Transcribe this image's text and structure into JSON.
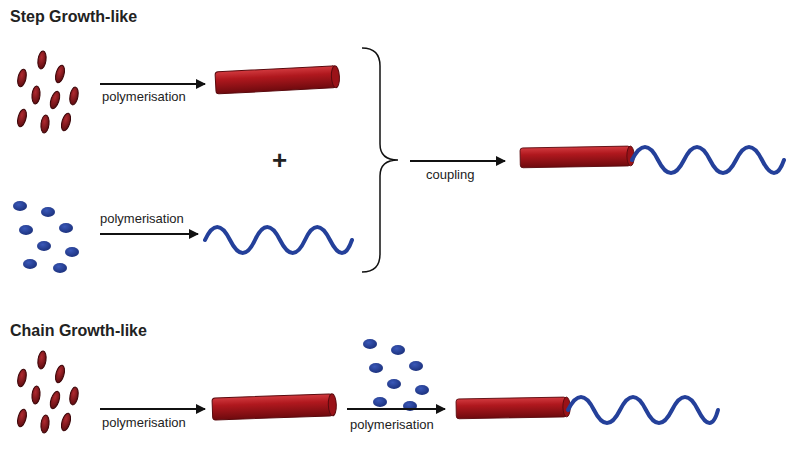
{
  "diagram": {
    "labels": [
      "Step Growth-like",
      "polymerisation",
      "+",
      "polymerisation",
      "coupling",
      "Chain Growth-like",
      "polymerisation",
      "polymerisation"
    ]
  }
}
